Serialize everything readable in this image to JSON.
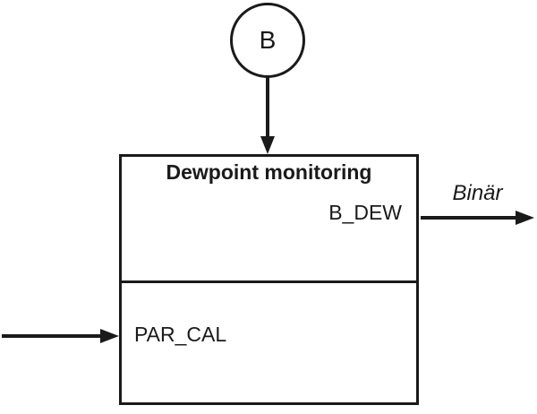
{
  "diagram": {
    "terminal": {
      "label": "B"
    },
    "block": {
      "title": "Dewpoint monitoring",
      "output_port": "B_DEW",
      "input_port": "PAR_CAL"
    },
    "output_signal_label": "Binär",
    "colors": {
      "line": "#1a1a1a",
      "background": "#ffffff"
    }
  }
}
